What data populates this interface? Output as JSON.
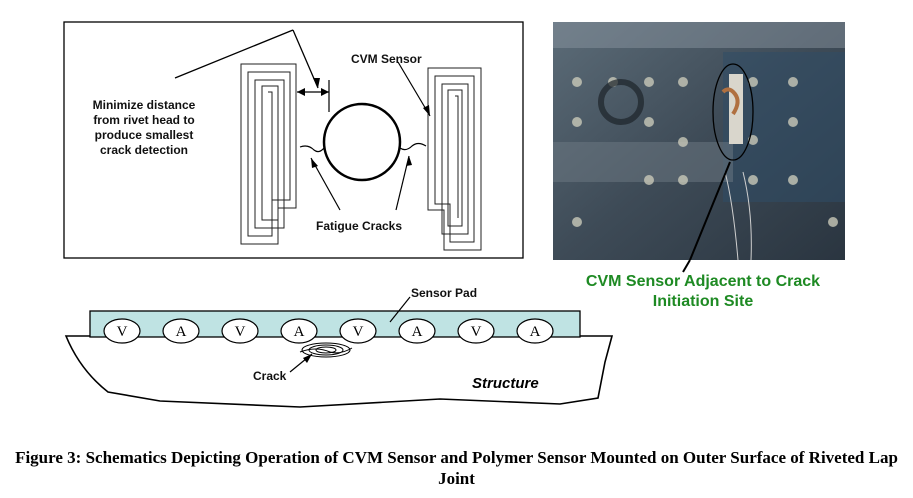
{
  "schematic": {
    "label_distance": "Minimize distance from rivet head to produce smallest crack detection",
    "label_sensor": "CVM Sensor",
    "label_cracks": "Fatigue Cracks"
  },
  "photo": {
    "caption": "CVM Sensor Adjacent to Crack Initiation Site",
    "caption_color": "#1e8a23"
  },
  "lap_joint": {
    "label_pad": "Sensor Pad",
    "label_crack": "Crack",
    "label_structure": "Structure",
    "pad_sequence": [
      "V",
      "A",
      "V",
      "A",
      "V",
      "A",
      "V",
      "A"
    ],
    "pad_color": "#bfe3e3"
  },
  "figure_caption": "Figure 3:  Schematics Depicting Operation of CVM Sensor and Polymer Sensor Mounted on Outer Surface of Riveted Lap Joint"
}
